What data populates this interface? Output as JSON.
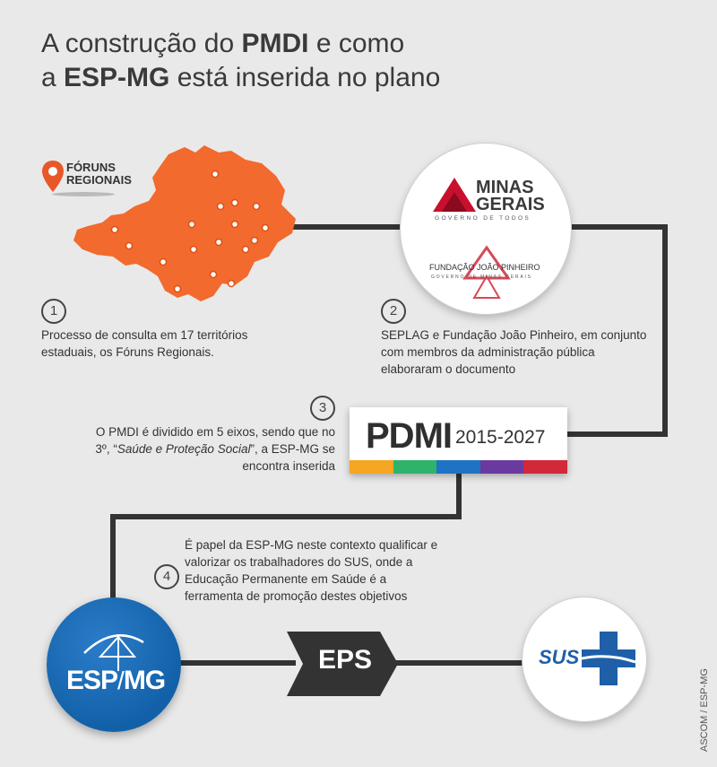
{
  "title": {
    "line1_pre": "A construção do ",
    "line1_bold": "PMDI",
    "line1_post": " e como",
    "line2_pre": "a ",
    "line2_bold": "ESP-MG",
    "line2_post": " está inserida no plano"
  },
  "forums_logo": {
    "line1": "FÓRUNS",
    "line2": "REGIONAIS",
    "pin_color": "#e8572a"
  },
  "map": {
    "color": "#f26a2d",
    "dot_count": 17
  },
  "gov_logo": {
    "minas_line1": "MINAS",
    "minas_line2": "GERAIS",
    "minas_tag": "GOVERNO DE TODOS",
    "fjp_name": "FUNDAÇÃO JOÃO PINHEIRO",
    "fjp_tag": "GOVERNO DE MINAS GERAIS"
  },
  "steps": [
    {
      "number": "1",
      "text": "Processo de consulta em 17 territórios estaduais, os Fóruns Regionais."
    },
    {
      "number": "2",
      "text": "SEPLAG e Fundação João Pinheiro, em conjunto com membros da administração pública elaboraram o documento"
    },
    {
      "number": "3",
      "text_pre": "O PMDI é dividido em 5 eixos, sendo que no 3º, “",
      "text_em": "Saúde e Proteção Social",
      "text_post": "”, a ESP-MG se encontra inserida"
    },
    {
      "number": "4",
      "text": "É papel da ESP-MG neste contexto qualificar e valorizar os trabalhadores do SUS, onde a Educação Permanente em Saúde é a ferramenta de promoção destes objetivos"
    }
  ],
  "pdmi": {
    "label": "PDMI",
    "years": "2015-2027",
    "axis_colors": [
      "#f5a623",
      "#2fb36b",
      "#1e73c4",
      "#6b3aa0",
      "#d1283a"
    ]
  },
  "esp_logo": {
    "text_left": "ESP",
    "text_right": "MG"
  },
  "eps_label": "EPS",
  "sus_logo": {
    "text": "SUS"
  },
  "credit": "ASCOM / ESP-MG",
  "colors": {
    "connector": "#333333",
    "esp_blue": "#1565b0",
    "sus_blue": "#1f5fa8",
    "minas_red": "#c8102e"
  }
}
